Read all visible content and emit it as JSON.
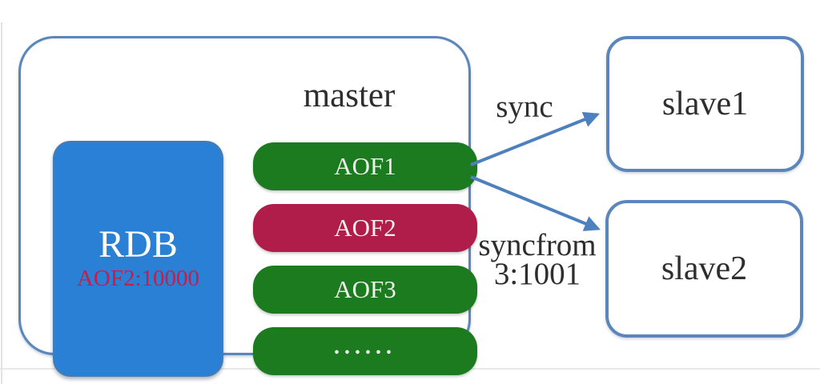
{
  "master": {
    "title": "master",
    "rdb": {
      "label": "RDB",
      "annotation": "AOF2:10000"
    },
    "aof_items": [
      {
        "label": "AOF1",
        "color": "#1b7b1e"
      },
      {
        "label": "AOF2",
        "color": "#b01d4b"
      },
      {
        "label": "AOF3",
        "color": "#1b7b1e"
      },
      {
        "label": "......",
        "color": "#1b7b1e"
      }
    ]
  },
  "slaves": [
    {
      "label": "slave1"
    },
    {
      "label": "slave2"
    }
  ],
  "edges": [
    {
      "from": "master",
      "to": "slave1",
      "label": "sync"
    },
    {
      "from": "master",
      "to": "slave2",
      "label_line1": "syncfrom",
      "label_line2": "3:1001"
    }
  ],
  "colors": {
    "node_border": "#5b86bb",
    "arrow": "#4d80bf",
    "rdb_blue": "#2a80d4",
    "aof_green": "#1b7b1e",
    "aof_crimson": "#b01d4b",
    "annotation_red": "#c01f50",
    "text_dark": "#2e2e2e",
    "pill_text": "#eef3ec"
  }
}
